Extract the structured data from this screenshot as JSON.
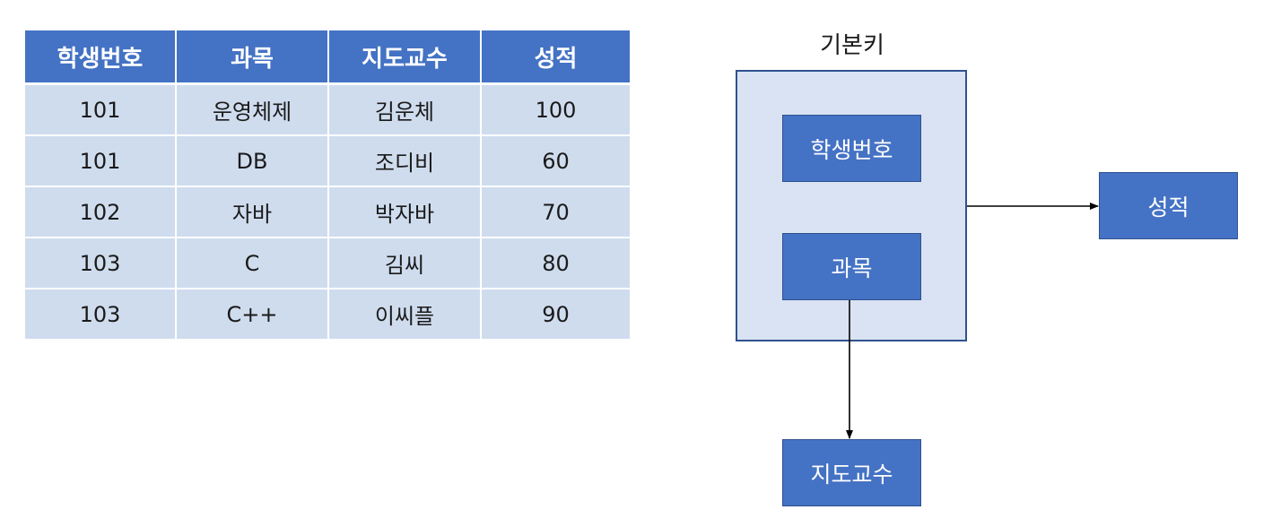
{
  "table": {
    "headers": [
      "학생번호",
      "과목",
      "지도교수",
      "성적"
    ],
    "rows": [
      [
        "101",
        "운영체제",
        "김운체",
        "100"
      ],
      [
        "101",
        "DB",
        "조디비",
        "60"
      ],
      [
        "102",
        "자바",
        "박자바",
        "70"
      ],
      [
        "103",
        "C",
        "김씨",
        "80"
      ],
      [
        "103",
        "C++",
        "이씨플",
        "90"
      ]
    ]
  },
  "diagram": {
    "group_label": "기본키",
    "nodes": {
      "student_no": "학생번호",
      "subject": "과목",
      "grade": "성적",
      "advisor": "지도교수"
    },
    "edges": [
      {
        "from": "기본키",
        "to": "성적"
      },
      {
        "from": "과목",
        "to": "지도교수"
      }
    ]
  },
  "colors": {
    "header_fill": "#4472c4",
    "row_fill": "#cfdcee",
    "row_alt_fill": "#e8eef7",
    "node_fill": "#4472c4",
    "group_fill": "#dae3f3",
    "group_border": "#2f528f"
  }
}
